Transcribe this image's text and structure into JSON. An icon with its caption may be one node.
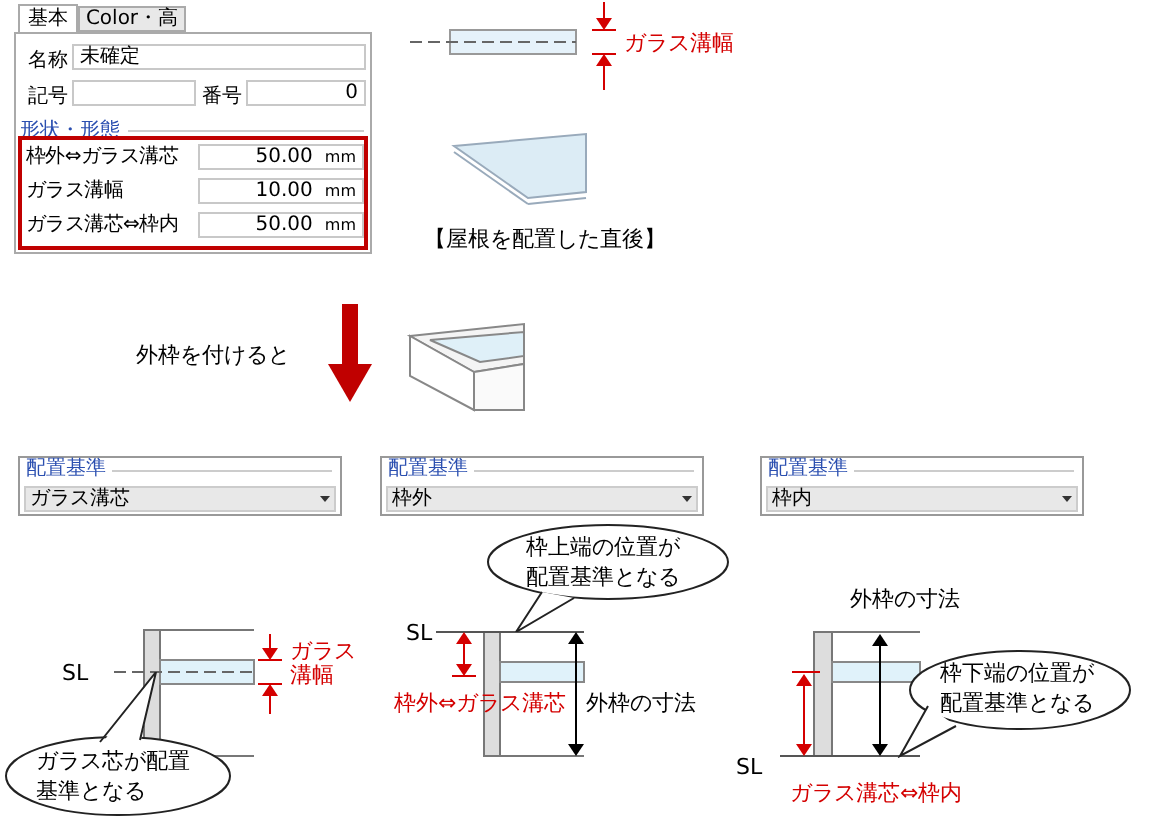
{
  "diagram": {
    "nodes": [
      {
        "text": [
          "ガラス芯が配置基準となる"
        ]
      },
      {
        "text": [
          "枠上端の位置が配置基準となる"
        ]
      },
      {
        "text": [
          "枠下端の位置が配置基準となる"
        ]
      }
    ],
    "labels": [
      "基本",
      "Color・高",
      "名称",
      "未確定",
      "記号",
      "番号",
      "0",
      "形状・形態",
      "枠外⇔ガラス溝芯",
      "50.00",
      "mm",
      "ガラス溝幅",
      "10.00",
      "mm",
      "ガラス溝芯⇔枠内",
      "50.00",
      "mm",
      "ガラス溝幅",
      "【屋根を配置した直後】",
      "外枠を付けると",
      "配置基準",
      "ガラス溝芯",
      "配置基準",
      "枠外",
      "配置基準",
      "枠内",
      "SL",
      "ガラス溝幅",
      "SL",
      "枠外⇔ガラス溝芯",
      "外枠の寸法",
      "外枠の寸法",
      "SL",
      "ガラス溝芯⇔枠内"
    ]
  }
}
